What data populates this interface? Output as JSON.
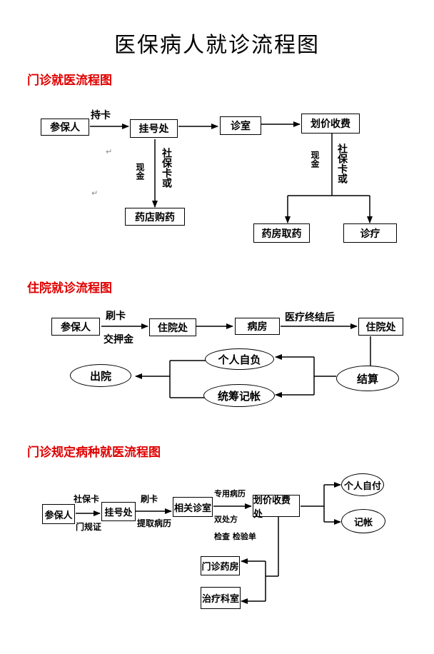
{
  "title": "医保病人就诊流程图",
  "sections": [
    {
      "heading": "门诊就医流程图",
      "nodes": {
        "insured": "参保人",
        "registration": "挂号处",
        "clinic": "诊室",
        "pricing": "划价收费",
        "drugstore": "药店购药",
        "pharmacy": "药房取药",
        "treatment": "诊疗"
      },
      "edges": {
        "hold_card": "持卡",
        "payment_a": "社保卡或",
        "payment_b": "现金"
      }
    },
    {
      "heading": "住院就诊流程图",
      "nodes": {
        "insured": "参保人",
        "admission": "住院处",
        "ward": "病房",
        "admission_end": "住院处",
        "settlement": "结算",
        "self_pay": "个人自负",
        "pooled": "统筹记帐",
        "discharge": "出院"
      },
      "edges": {
        "swipe_card": "刷卡",
        "deposit": "交押金",
        "after_treatment": "医疗终结后"
      }
    },
    {
      "heading": "门诊规定病种就医流程图",
      "nodes": {
        "insured": "参保人",
        "registration": "挂号处",
        "dept": "相关诊室",
        "pricing": "划价收费处",
        "self_pay": "个人自付",
        "account": "记帐",
        "pharmacy": "门诊药房",
        "treatment_room": "治疗科室"
      },
      "edges": {
        "ss_card": "社保卡",
        "cert": "门规证",
        "swipe_card": "刷卡",
        "get_record": "提取病历",
        "special_record": "专用病历",
        "double_rx": "双处方",
        "exam": "检查  检验单"
      }
    }
  ]
}
